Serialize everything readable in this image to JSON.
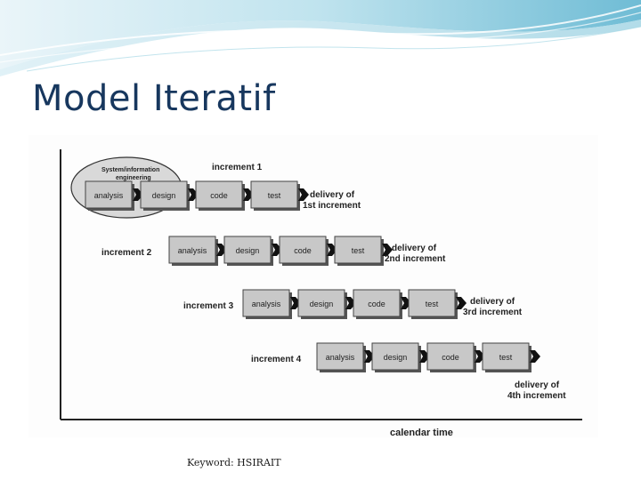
{
  "slide": {
    "title": "Model Iteratif",
    "footer": "Keyword: HSIRAIT"
  },
  "diagram": {
    "info_label_line1": "System/information",
    "info_label_line2": "engineering",
    "axis_label": "calendar time",
    "increments": [
      {
        "label": "increment 1",
        "stages": [
          "analysis",
          "design",
          "code",
          "test"
        ],
        "delivery_line1": "delivery of",
        "delivery_line2": "1st increment"
      },
      {
        "label": "increment 2",
        "stages": [
          "analysis",
          "design",
          "code",
          "test"
        ],
        "delivery_line1": "delivery of",
        "delivery_line2": "2nd increment"
      },
      {
        "label": "increment 3",
        "stages": [
          "analysis",
          "design",
          "code",
          "test"
        ],
        "delivery_line1": "delivery of",
        "delivery_line2": "3rd increment"
      },
      {
        "label": "increment 4",
        "stages": [
          "analysis",
          "design",
          "code",
          "test"
        ],
        "delivery_line1": "delivery of",
        "delivery_line2": "4th increment"
      }
    ]
  },
  "colors": {
    "title": "#17375e",
    "banner_light": "#cfe9f3",
    "banner_mid": "#7fc4da",
    "stage_box": "#c8c8c8",
    "arrow": "#111111"
  }
}
